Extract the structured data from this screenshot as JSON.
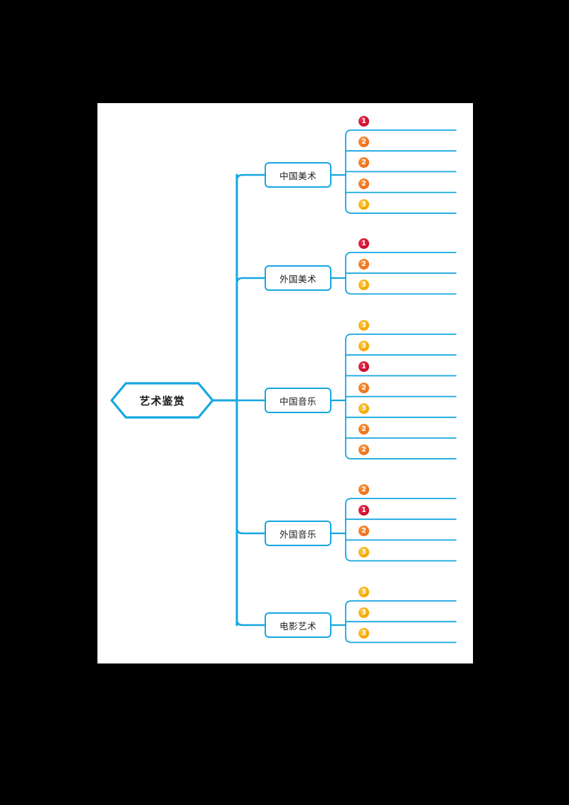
{
  "document": {
    "background_color": "#000000",
    "page_color": "#ffffff",
    "accent_color": "#16a7e0"
  },
  "mindmap": {
    "root": {
      "label": "艺术鉴赏",
      "shape": "hexagon",
      "border_color": "#16a7e0"
    },
    "badge_colors": {
      "1": "#cf0a2c",
      "2": "#ef7019",
      "3": "#f5a800"
    },
    "branches": [
      {
        "label": "中国美术",
        "leaves": [
          {
            "badge": "1",
            "text": ""
          },
          {
            "badge": "2",
            "text": ""
          },
          {
            "badge": "2",
            "text": ""
          },
          {
            "badge": "2",
            "text": ""
          },
          {
            "badge": "3",
            "text": ""
          }
        ]
      },
      {
        "label": "外国美术",
        "leaves": [
          {
            "badge": "1",
            "text": ""
          },
          {
            "badge": "2",
            "text": ""
          },
          {
            "badge": "3",
            "text": ""
          }
        ]
      },
      {
        "label": "中国音乐",
        "leaves": [
          {
            "badge": "3",
            "text": ""
          },
          {
            "badge": "3",
            "text": ""
          },
          {
            "badge": "1",
            "text": ""
          },
          {
            "badge": "2",
            "text": ""
          },
          {
            "badge": "3",
            "text": ""
          },
          {
            "badge": "2",
            "text": ""
          },
          {
            "badge": "2",
            "text": ""
          }
        ]
      },
      {
        "label": "外国音乐",
        "leaves": [
          {
            "badge": "2",
            "text": ""
          },
          {
            "badge": "1",
            "text": ""
          },
          {
            "badge": "2",
            "text": ""
          },
          {
            "badge": "3",
            "text": ""
          }
        ]
      },
      {
        "label": "电影艺术",
        "leaves": [
          {
            "badge": "3",
            "text": ""
          },
          {
            "badge": "3",
            "text": ""
          },
          {
            "badge": "3",
            "text": ""
          }
        ]
      }
    ]
  }
}
